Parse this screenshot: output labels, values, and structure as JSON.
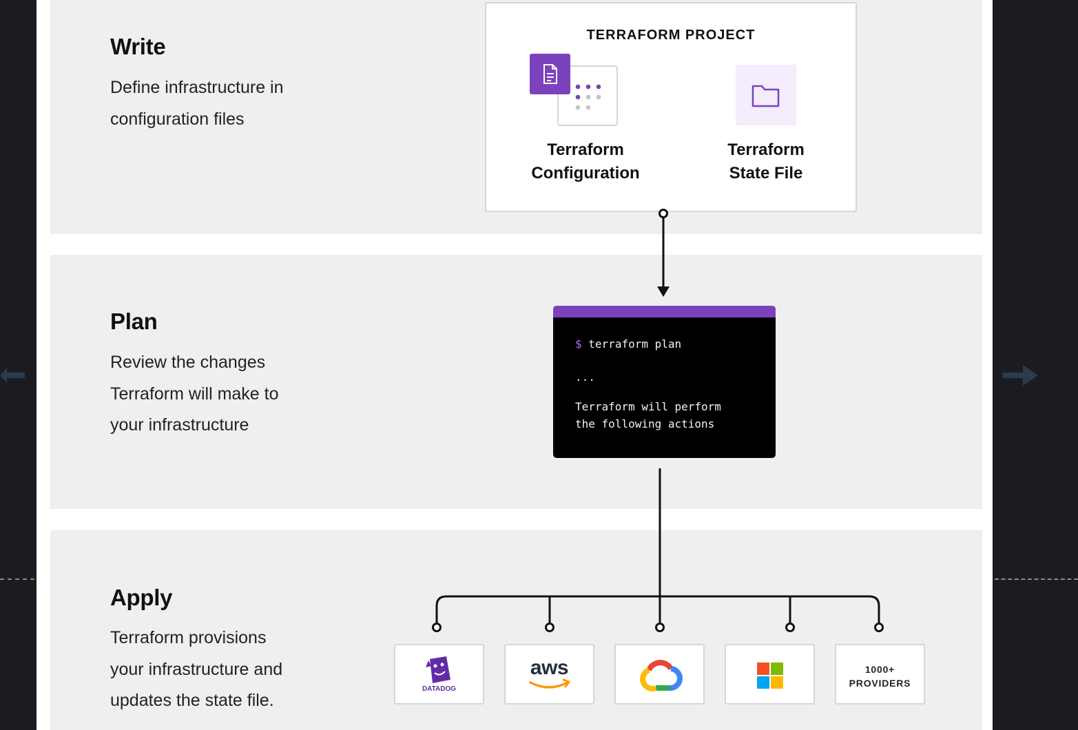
{
  "stages": {
    "write": {
      "title": "Write",
      "desc_line1": "Define infrastructure in",
      "desc_line2": "configuration files"
    },
    "plan": {
      "title": "Plan",
      "desc_line1": "Review the changes",
      "desc_line2": "Terraform will make to",
      "desc_line3": "your infrastructure"
    },
    "apply": {
      "title": "Apply",
      "desc_line1": "Terraform provisions",
      "desc_line2": "your infrastructure and",
      "desc_line3": "updates the state file."
    }
  },
  "project": {
    "title": "TERRAFORM PROJECT",
    "config_line1": "Terraform",
    "config_line2": "Configuration",
    "state_line1": "Terraform",
    "state_line2": "State File"
  },
  "terminal": {
    "prompt": "$",
    "command": "terraform plan",
    "ellipsis": "...",
    "output_line1": "Terraform will perform",
    "output_line2": "the following actions"
  },
  "providers": {
    "datadog_label": "DATADOG",
    "aws_label": "aws",
    "count_line1": "1000+",
    "count_line2": "PROVIDERS"
  },
  "colors": {
    "accent": "#7b42bc",
    "background": "#1c1b22",
    "panel": "#efeff1"
  },
  "icons": [
    "document-icon",
    "folder-icon",
    "datadog-logo",
    "aws-logo",
    "google-cloud-logo",
    "microsoft-logo",
    "left-arrow-icon",
    "right-arrow-icon"
  ]
}
